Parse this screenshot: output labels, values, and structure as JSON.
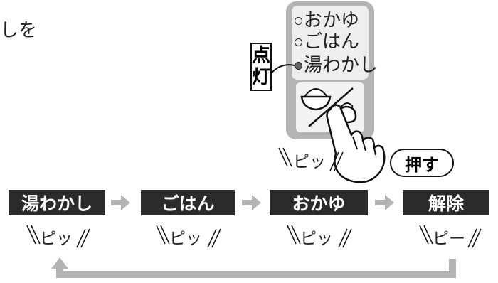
{
  "intro_fragment": "しを",
  "panel": {
    "menu": [
      {
        "label": "おかゆ",
        "lit": false
      },
      {
        "label": "ごはん",
        "lit": false
      },
      {
        "label": "湯わかし",
        "lit": true
      }
    ],
    "indicator_label_top": "点",
    "indicator_label_bottom": "灯"
  },
  "press_label": "押す",
  "press_sound": "ピッ",
  "sequence": [
    {
      "mode": "湯わかし",
      "sound": "ピッ"
    },
    {
      "mode": "ごはん",
      "sound": "ピッ"
    },
    {
      "mode": "おかゆ",
      "sound": "ピッ"
    },
    {
      "mode": "解除",
      "sound": "ピー"
    }
  ],
  "colors": {
    "panel": "#b4b4b4",
    "mode_box": "#2b2b2b",
    "arrow": "#b3b3b3",
    "text": "#222222"
  },
  "icons": [
    "rice-bowl-icon",
    "kettle-icon",
    "pressing-hand-icon",
    "right-arrow-icon",
    "loop-back-arrow-icon"
  ]
}
